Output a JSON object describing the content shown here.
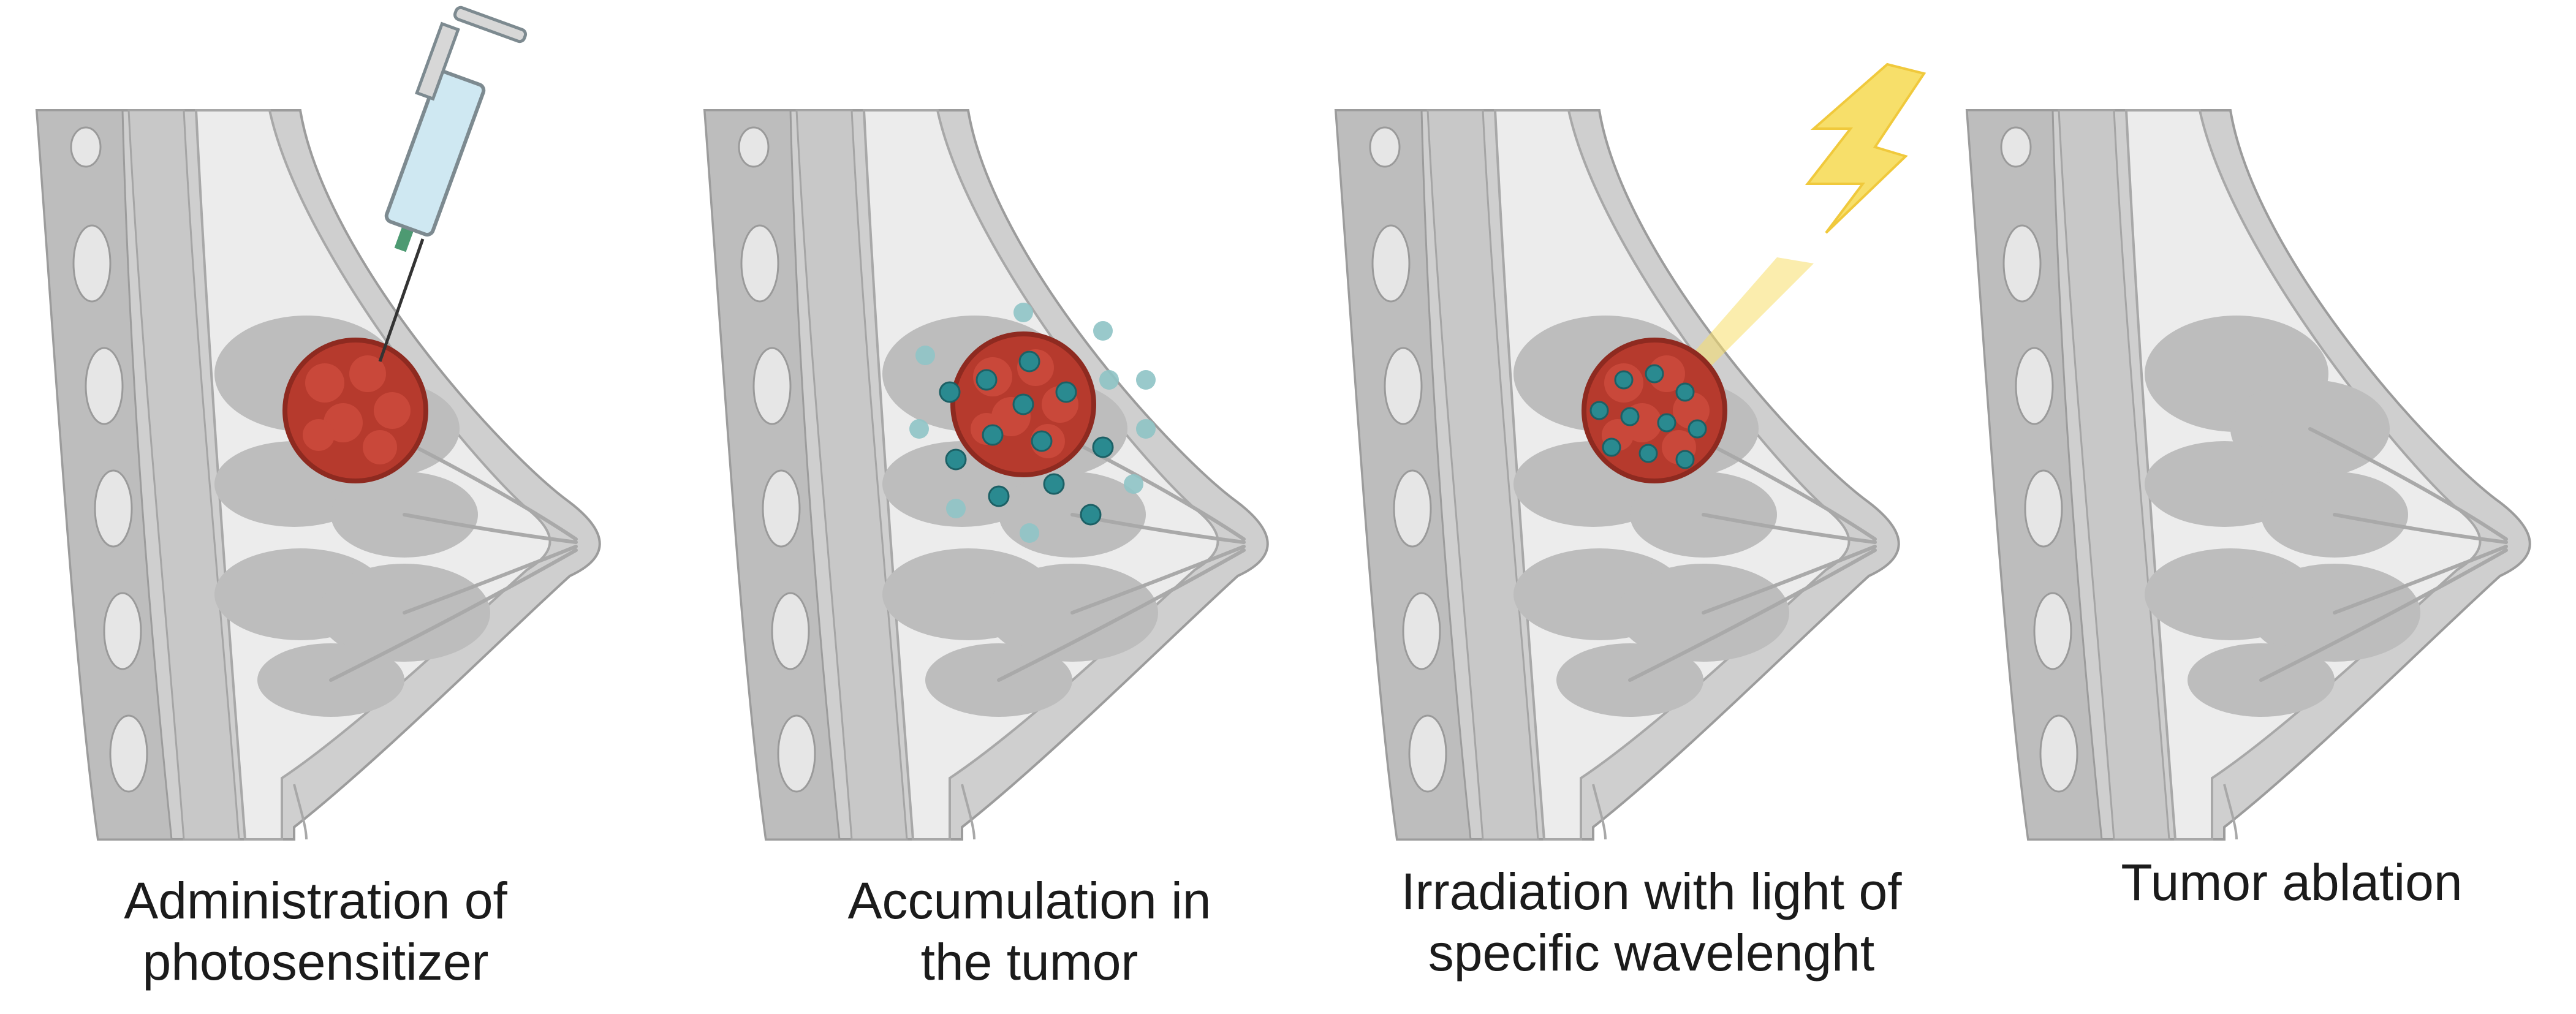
{
  "panels": [
    {
      "caption": [
        "Administration of",
        "photosensitizer"
      ]
    },
    {
      "caption": [
        "Accumulation in",
        "the tumor"
      ]
    },
    {
      "caption": [
        "Irradiation with light of",
        "specific wavelenght"
      ]
    },
    {
      "caption": [
        "Tumor ablation"
      ]
    }
  ],
  "colors": {
    "tissue_dark": "#b4b4b4",
    "tissue_mid": "#cfcfcf",
    "tissue_light": "#ebebeb",
    "gland": "#b9b9b9",
    "tumor": "#b63a2d",
    "tumor_dark": "#8e2a20",
    "particle": "#2a8a90",
    "particle_light": "#8fc4c6",
    "light_beam": "#f7df6a",
    "syringe_fluid": "#cfe8f2",
    "needle": "#4d9a72"
  }
}
